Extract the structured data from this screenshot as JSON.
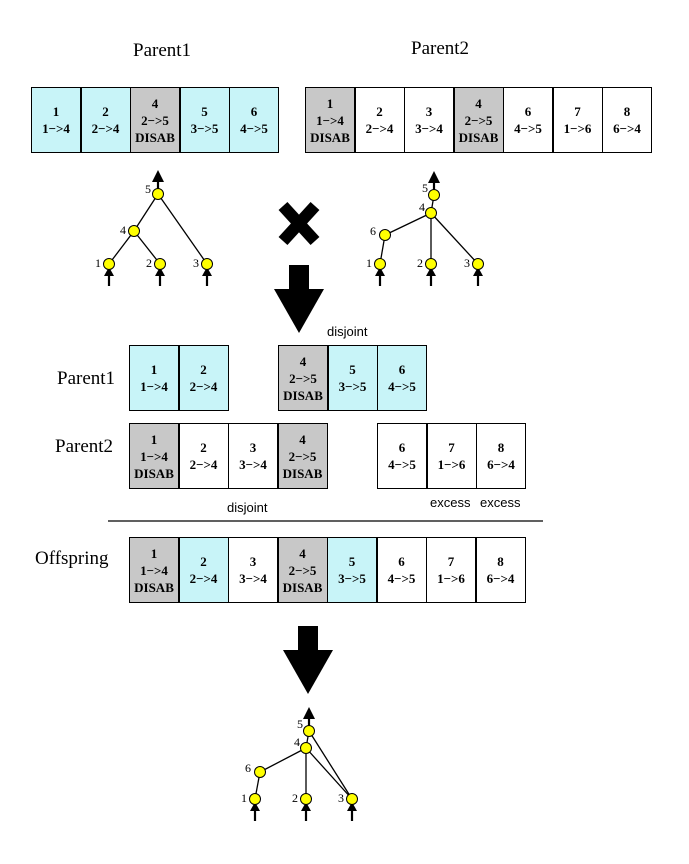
{
  "labels": {
    "parent1_title": "Parent1",
    "parent2_title": "Parent2",
    "parent1_row": "Parent1",
    "parent2_row": "Parent2",
    "offspring_row": "Offspring",
    "disjoint_top": "disjoint",
    "disjoint_bottom": "disjoint",
    "excess_1": "excess",
    "excess_2": "excess"
  },
  "colors": {
    "matching_parent1": "#c8f4f8",
    "disabled": "#c8c8c8",
    "plain": "#ffffff",
    "node_fill": "#ffff00"
  },
  "parent1_genome": [
    {
      "innov": "1",
      "conn": "1−>4",
      "status": "",
      "shade": "cyan"
    },
    {
      "innov": "2",
      "conn": "2−>4",
      "status": "",
      "shade": "cyan"
    },
    {
      "innov": "4",
      "conn": "2−>5",
      "status": "DISAB",
      "shade": "gray"
    },
    {
      "innov": "5",
      "conn": "3−>5",
      "status": "",
      "shade": "cyan"
    },
    {
      "innov": "6",
      "conn": "4−>5",
      "status": "",
      "shade": "cyan"
    }
  ],
  "parent2_genome": [
    {
      "innov": "1",
      "conn": "1−>4",
      "status": "DISAB",
      "shade": "gray"
    },
    {
      "innov": "2",
      "conn": "2−>4",
      "status": "",
      "shade": "white"
    },
    {
      "innov": "3",
      "conn": "3−>4",
      "status": "",
      "shade": "white"
    },
    {
      "innov": "4",
      "conn": "2−>5",
      "status": "DISAB",
      "shade": "gray"
    },
    {
      "innov": "6",
      "conn": "4−>5",
      "status": "",
      "shade": "white"
    },
    {
      "innov": "7",
      "conn": "1−>6",
      "status": "",
      "shade": "white"
    },
    {
      "innov": "8",
      "conn": "6−>4",
      "status": "",
      "shade": "white"
    }
  ],
  "aligned_parent1": [
    {
      "innov": "1",
      "conn": "1−>4",
      "status": "",
      "shade": "cyan"
    },
    {
      "innov": "2",
      "conn": "2−>4",
      "status": "",
      "shade": "cyan"
    },
    {
      "innov": "4",
      "conn": "2−>5",
      "status": "DISAB",
      "shade": "gray"
    },
    {
      "innov": "5",
      "conn": "3−>5",
      "status": "",
      "shade": "cyan"
    },
    {
      "innov": "6",
      "conn": "4−>5",
      "status": "",
      "shade": "cyan"
    }
  ],
  "aligned_parent2": [
    {
      "innov": "1",
      "conn": "1−>4",
      "status": "DISAB",
      "shade": "gray"
    },
    {
      "innov": "2",
      "conn": "2−>4",
      "status": "",
      "shade": "white"
    },
    {
      "innov": "3",
      "conn": "3−>4",
      "status": "",
      "shade": "white"
    },
    {
      "innov": "4",
      "conn": "2−>5",
      "status": "DISAB",
      "shade": "gray"
    },
    {
      "innov": "6",
      "conn": "4−>5",
      "status": "",
      "shade": "white"
    },
    {
      "innov": "7",
      "conn": "1−>6",
      "status": "",
      "shade": "white"
    },
    {
      "innov": "8",
      "conn": "6−>4",
      "status": "",
      "shade": "white"
    }
  ],
  "offspring_genome": [
    {
      "innov": "1",
      "conn": "1−>4",
      "status": "DISAB",
      "shade": "gray"
    },
    {
      "innov": "2",
      "conn": "2−>4",
      "status": "",
      "shade": "cyan"
    },
    {
      "innov": "3",
      "conn": "3−>4",
      "status": "",
      "shade": "white"
    },
    {
      "innov": "4",
      "conn": "2−>5",
      "status": "DISAB",
      "shade": "gray"
    },
    {
      "innov": "5",
      "conn": "3−>5",
      "status": "",
      "shade": "cyan"
    },
    {
      "innov": "6",
      "conn": "4−>5",
      "status": "",
      "shade": "white"
    },
    {
      "innov": "7",
      "conn": "1−>6",
      "status": "",
      "shade": "white"
    },
    {
      "innov": "8",
      "conn": "6−>4",
      "status": "",
      "shade": "white"
    }
  ],
  "network_parent1": {
    "node_labels": [
      "1",
      "2",
      "3",
      "4",
      "5"
    ],
    "edges": [
      [
        "1",
        "4"
      ],
      [
        "2",
        "4"
      ],
      [
        "4",
        "5"
      ],
      [
        "3",
        "5"
      ]
    ]
  },
  "network_parent2": {
    "node_labels": [
      "1",
      "2",
      "3",
      "6",
      "4",
      "5"
    ],
    "edges": [
      [
        "1",
        "6"
      ],
      [
        "6",
        "4"
      ],
      [
        "2",
        "4"
      ],
      [
        "3",
        "4"
      ],
      [
        "4",
        "5"
      ]
    ]
  },
  "network_offspring": {
    "node_labels": [
      "1",
      "2",
      "3",
      "6",
      "4",
      "5"
    ],
    "edges": [
      [
        "1",
        "6"
      ],
      [
        "6",
        "4"
      ],
      [
        "2",
        "4"
      ],
      [
        "3",
        "4"
      ],
      [
        "4",
        "5"
      ],
      [
        "3",
        "5"
      ]
    ]
  }
}
